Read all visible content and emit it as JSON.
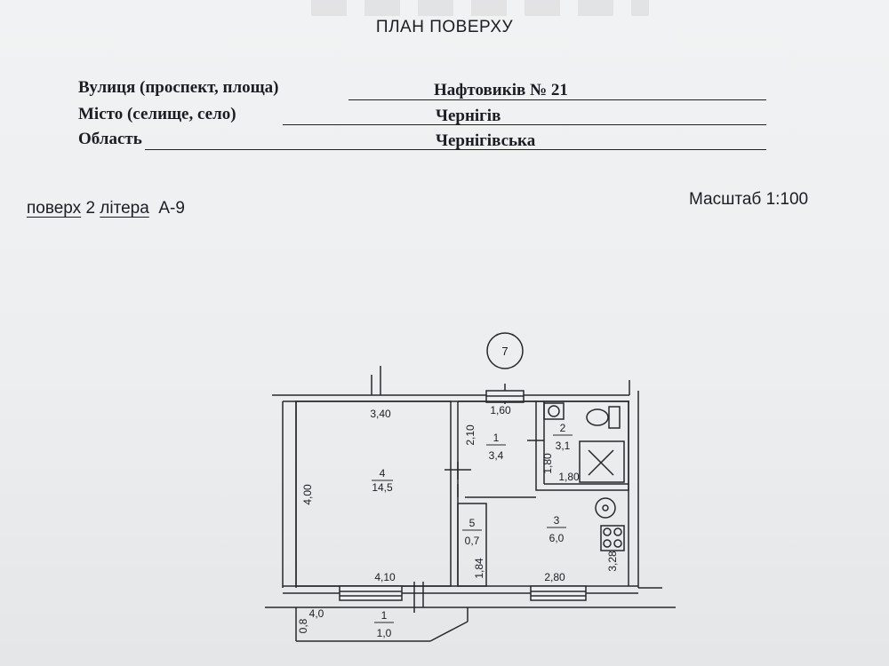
{
  "document": {
    "title": "ПЛАН ПОВЕРХУ",
    "address": {
      "street_label": "Вулиця (проспект, площа)",
      "street_value": "Нафтовиків № 21",
      "city_label": "Місто (селище, село)",
      "city_value": "Чернігів",
      "region_label": "Область",
      "region_value": "Чернігівська"
    },
    "floor_word": "поверх",
    "floor_number": "2",
    "letter_word": "літера",
    "letter_value": "А-9",
    "scale": "Масштаб 1:100"
  },
  "plan": {
    "axis_marker": "7",
    "rooms": [
      {
        "number": "1",
        "area": "3,4"
      },
      {
        "number": "2",
        "area": "3,1"
      },
      {
        "number": "3",
        "area": "6,0"
      },
      {
        "number": "4",
        "area": "14,5"
      },
      {
        "number": "5",
        "area": "0,7"
      },
      {
        "number": "1",
        "area": "1,0"
      }
    ],
    "dimensions": {
      "room4_top": "3,40",
      "room4_left": "4,00",
      "room4_bottom": "4,10",
      "room1_top": "1,60",
      "room1_left": "2,10",
      "room2_side": "1,80",
      "room2_bottom": "1,80",
      "room5_side": "1,84",
      "room3_bottom": "2,80",
      "room3_right": "3,28",
      "balcony_short": "0,8",
      "balcony_long": "4,0"
    }
  }
}
